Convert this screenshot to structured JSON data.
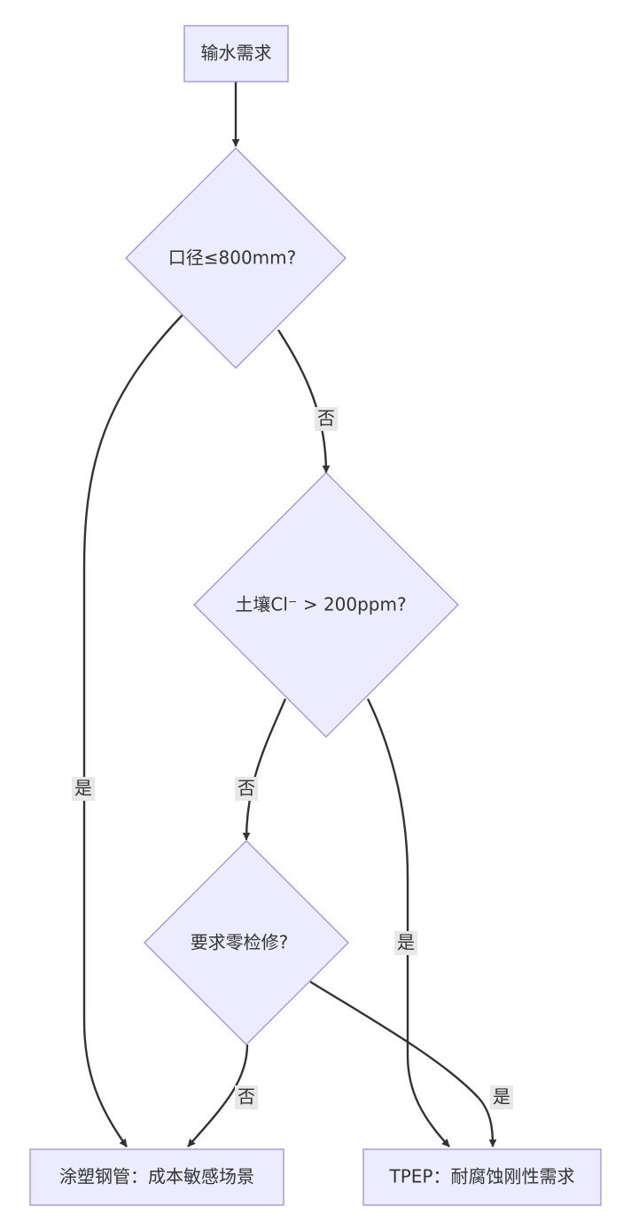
{
  "nodes": {
    "start": "输水需求",
    "diameter": "口径≤800mm?",
    "soil": "土壤Cl⁻ > 200ppm?",
    "maintenance": "要求零检修?",
    "coated_steel": "涂塑钢管：成本敏感场景",
    "tpep": "TPEP：耐腐蚀刚性需求"
  },
  "edges": {
    "diameter_yes": "是",
    "diameter_no": "否",
    "soil_no": "否",
    "soil_yes": "是",
    "maintenance_no": "否",
    "maintenance_yes": "是"
  },
  "colors": {
    "node_fill": "#ececfe",
    "node_stroke": "#9f8fd6",
    "edge": "#333333",
    "label_bg": "#e8e8e8"
  }
}
